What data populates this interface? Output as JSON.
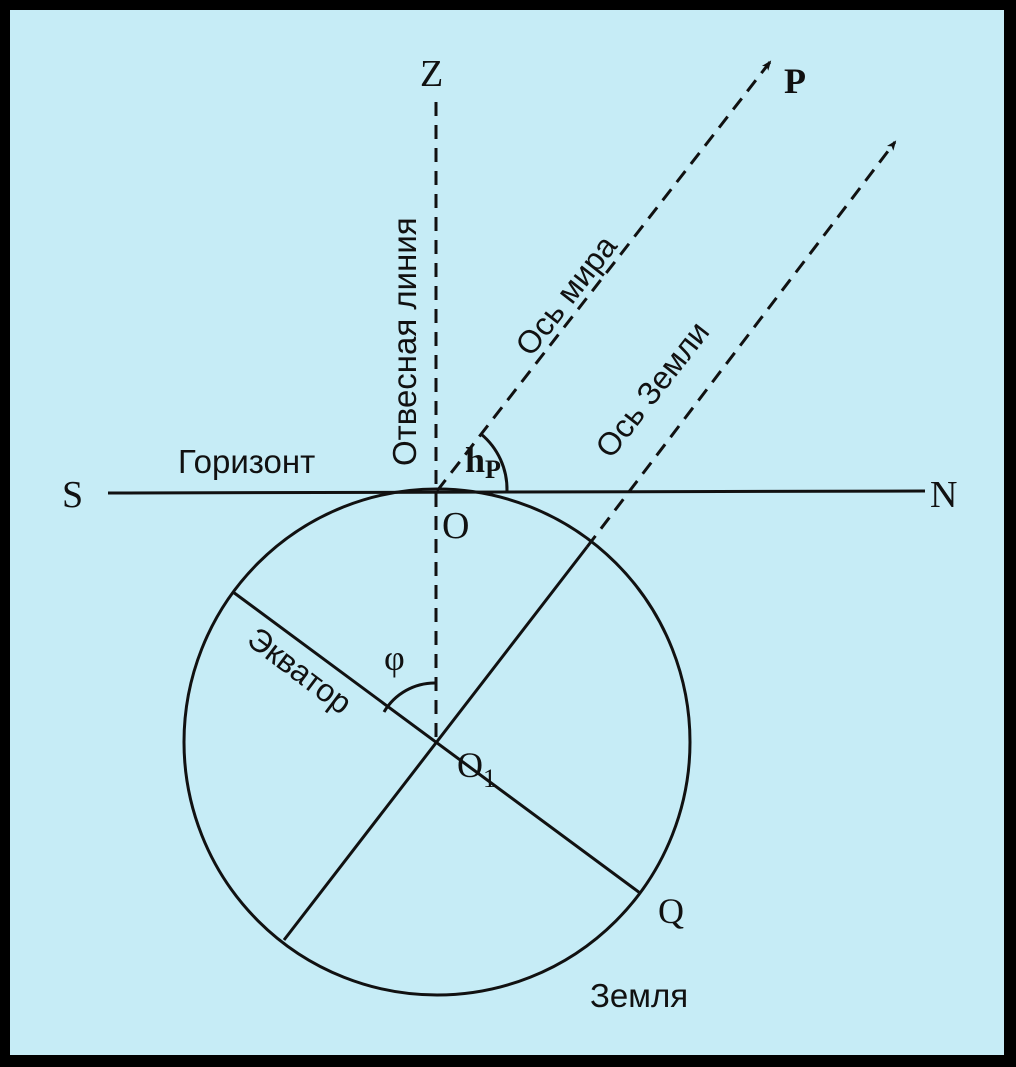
{
  "colors": {
    "background": "#000000",
    "panel": "#c6ecf6",
    "ink": "#111111"
  },
  "points": {
    "zenith": "Z",
    "pole": "P",
    "south": "S",
    "north": "N",
    "observer": "O",
    "center": "O",
    "center_subscript": "1",
    "equator_point": "Q"
  },
  "labels": {
    "plumb_line": "Отвесная линия",
    "world_axis": "Ось мира",
    "earth_axis": "Ось Земли",
    "horizon": "Горизонт",
    "equator": "Экватор",
    "earth": "Земля"
  },
  "angles": {
    "pole_height": "h",
    "pole_height_subscript": "P",
    "latitude": "φ"
  }
}
